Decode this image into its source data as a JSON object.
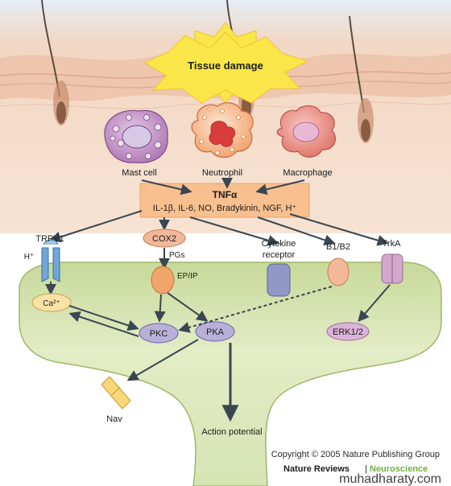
{
  "title": "Tissue damage",
  "cells": {
    "mast": "Mast cell",
    "neutrophil": "Neutrophil",
    "macrophage": "Macrophage"
  },
  "tnf_box": {
    "title": "TNFα",
    "mediators": "IL-1β, IL-6, NO, Bradykinin, NGF, H⁺"
  },
  "receptors": {
    "trpv1": "TRPV1",
    "h_plus": "H⁺",
    "cox2": "COX2",
    "pgs": "PGs",
    "ep_ip": "EP/IP",
    "cytokine": [
      "Cytokine",
      "receptor"
    ],
    "b1b2": "B1/B2",
    "trka": "TrkA"
  },
  "intracellular": {
    "ca": "Ca²⁺",
    "pkc": "PKC",
    "pka": "PKA",
    "erk": "ERK1/2",
    "nav": "Nav",
    "action_potential": "Action potential"
  },
  "footer": {
    "copyright": "Copyright © 2005 Nature Publishing Group",
    "journal": "Nature Reviews",
    "separator": "|",
    "section": "Neuroscience",
    "watermark": "muhadharaty.com"
  },
  "colors": {
    "skin_bg": "#f6dcc4",
    "tnf_box": "#f8c08e",
    "neuron": "#d9e6b8",
    "pkc": "#b9b0d8",
    "trpv1": "#6fa7d6",
    "ep_ip": "#f0a56b",
    "cytokine": "#8f98c6",
    "trka": "#d3a8cf",
    "star": "#fbe64a",
    "section_green": "#6fb33a"
  }
}
